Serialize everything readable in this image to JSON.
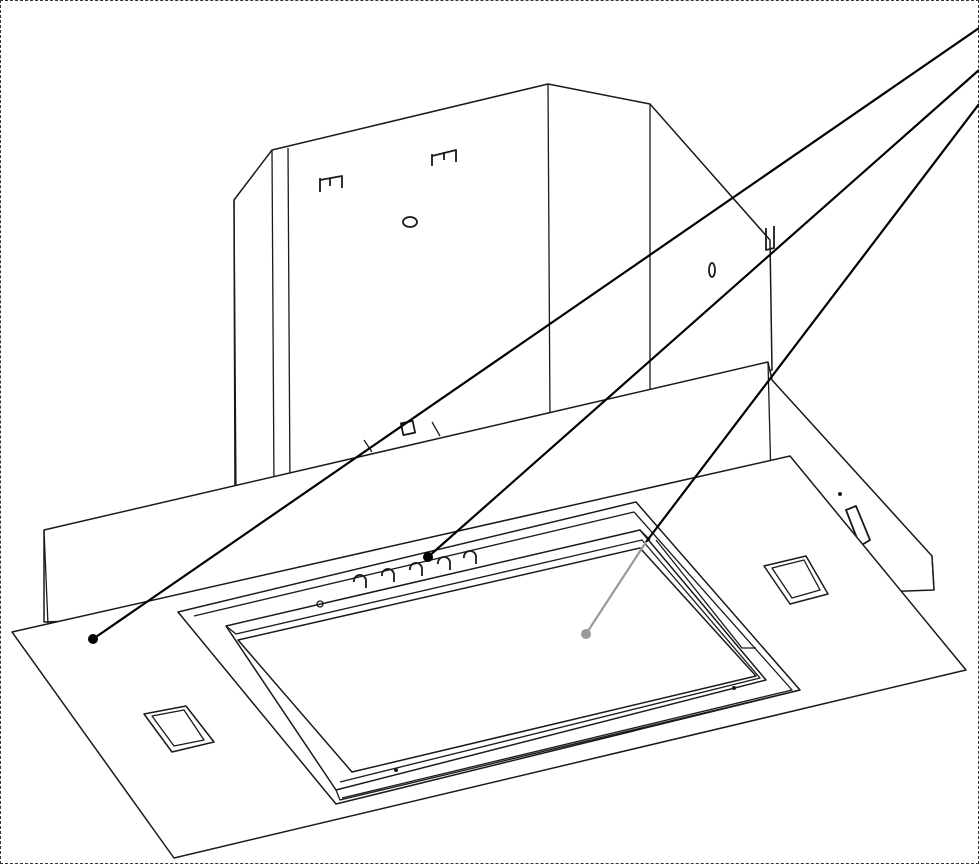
{
  "figure": {
    "subject": "cooker-hood-exploded-view",
    "callouts": [
      {
        "id": "callout-1",
        "target": "glass-panel",
        "dot_color": "#000000"
      },
      {
        "id": "callout-2",
        "target": "control-buttons",
        "dot_color": "#000000"
      },
      {
        "id": "callout-3",
        "target": "filter-grille",
        "dot_color": "#999999"
      }
    ]
  }
}
